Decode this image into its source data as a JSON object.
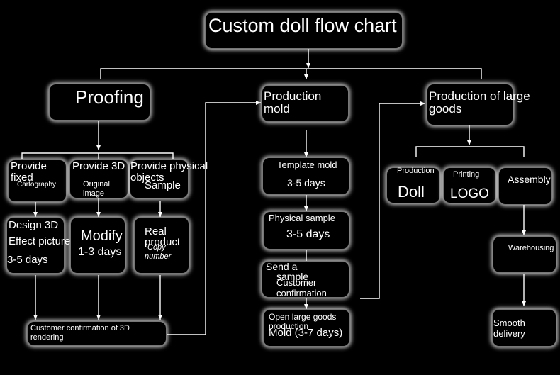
{
  "title": "Custom doll flow chart",
  "proofing": {
    "header": "Proofing",
    "provide_fixed": {
      "line1": "Provide",
      "line2": "fixed",
      "sub": "Cartography"
    },
    "provide_3d": {
      "line1": "Provide 3D",
      "sub1": "Original",
      "sub2": "image"
    },
    "provide_physical": {
      "line1": "Provide physical",
      "line2": "objects",
      "sub": "Sample"
    },
    "design_3d": {
      "line1": "Design 3D",
      "line2": "Effect picture",
      "line3": "3-5 days"
    },
    "modify": {
      "line1": "Modify",
      "line2": "1-3 days"
    },
    "real_product": {
      "line1": "Real",
      "line2": "product",
      "sub1": "Copy",
      "sub2": "number"
    },
    "customer_confirmation": {
      "line1": "Customer confirmation of 3D",
      "line2": "rendering"
    }
  },
  "production_mold": {
    "header_line1": "Production",
    "header_line2": "mold",
    "template_mold": {
      "label": "Template mold",
      "days": "3-5 days"
    },
    "physical_sample": {
      "label": "Physical sample",
      "days": "3-5 days"
    },
    "send_sample": {
      "line1": "Send a",
      "line2": "sample",
      "sub1": "Customer",
      "sub2": "confirmation"
    },
    "open_large": {
      "line1": "Open large goods",
      "line2": "production",
      "line3": "Mold (3-7 days)"
    }
  },
  "production_large": {
    "header_line1": "Production of large",
    "header_line2": "goods",
    "doll": {
      "sub": "Production",
      "main": "Doll"
    },
    "logo": {
      "sub": "Printing",
      "main": "LOGO"
    },
    "assembly": {
      "label": "Assembly"
    },
    "warehousing": {
      "label": "Warehousing"
    },
    "smooth_delivery": {
      "line1": "Smooth",
      "line2": "delivery"
    }
  }
}
